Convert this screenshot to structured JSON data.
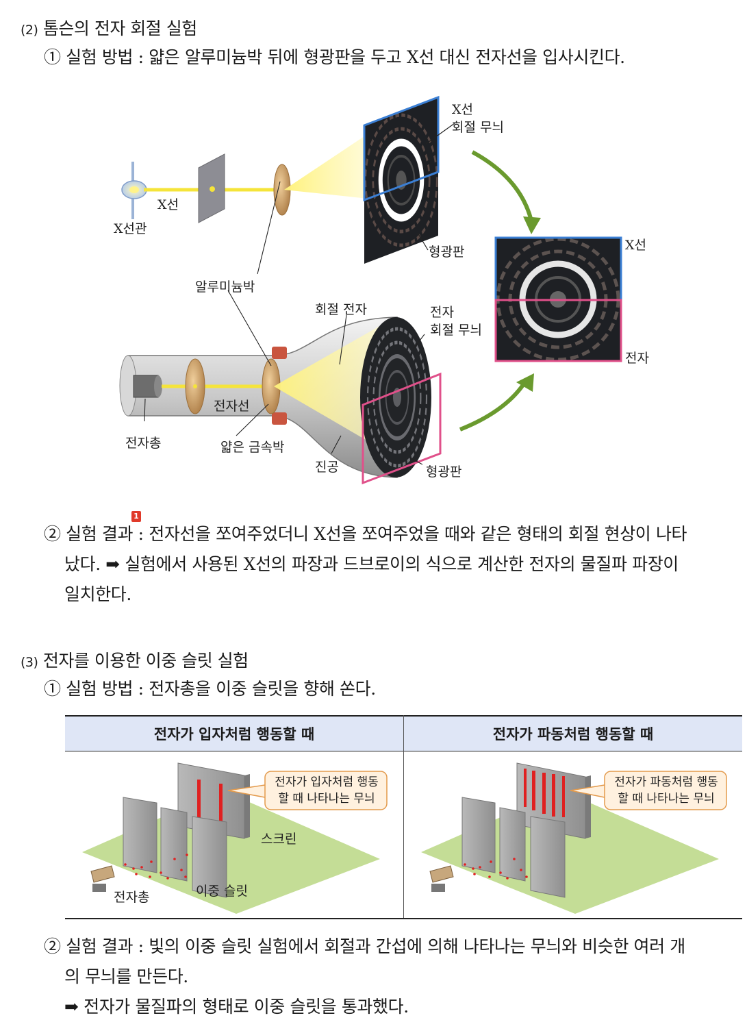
{
  "sec2": {
    "num": "(2)",
    "title": "톰슨의 전자 회절 실험",
    "method": "① 실험 방법 : 얇은 알루미늄박 뒤에 형광판을 두고 X선 대신 전자선을 입사시킨다.",
    "result_line1_a": "② 실험 결과",
    "result_line1_b": " : 전자선을 쪼여주었더니 X선을 쪼여주었을 때와 같은 형태의 회절 현상이 나타",
    "result_line2": "났다. ➡ 실험에서 사용된 X선의 파장과 드브로이의 식으로 계산한 전자의 물질파 파장이",
    "result_line3": "일치한다.",
    "badge": "1"
  },
  "fig1": {
    "xray_tube": "X선관",
    "xray": "X선",
    "aluminum_foil": "알루미늄박",
    "xray_pattern": [
      "X선",
      "회절 무늬"
    ],
    "screen_top": "형광판",
    "diffracted_electron": "회절 전자",
    "electron_pattern": [
      "전자",
      "회절 무늬"
    ],
    "electron_beam": "전자선",
    "electron_gun": "전자총",
    "thin_metal_foil": "얇은 금속박",
    "vacuum": "진공",
    "screen_bottom": "형광판",
    "compare_xray": "X선",
    "compare_electron": "전자",
    "colors": {
      "xray_frame": "#3b7fd4",
      "electron_frame": "#e0508a",
      "beam": "#f5e43a",
      "arrow": "#6a9a2e"
    }
  },
  "sec3": {
    "num": "(3)",
    "title": "전자를 이용한 이중 슬릿 실험",
    "method": "① 실험 방법 : 전자총을 이중 슬릿을 향해 쏜다.",
    "result_line1": "② 실험 결과 : 빛의 이중 슬릿 실험에서 회절과 간섭에 의해 나타나는 무늬와 비슷한 여러 개",
    "result_line2": "의 무늬를 만든다.",
    "result_line3": "➡ 전자가 물질파의 형태로 이중 슬릿을 통과했다."
  },
  "table": {
    "col1_header": "전자가 입자처럼 행동할 때",
    "col2_header": "전자가 파동처럼 행동할 때",
    "col1_callout": [
      "전자가 입자처럼 행동",
      "할 때 나타나는 무늬"
    ],
    "col2_callout": [
      "전자가 파동처럼 행동",
      "할 때 나타나는 무늬"
    ],
    "screen": "스크린",
    "double_slit": "이중 슬릿",
    "electron_gun": "전자총",
    "colors": {
      "header_bg": "#dfe6f6",
      "floor": "#b9d889",
      "dots": "#e02020"
    }
  }
}
